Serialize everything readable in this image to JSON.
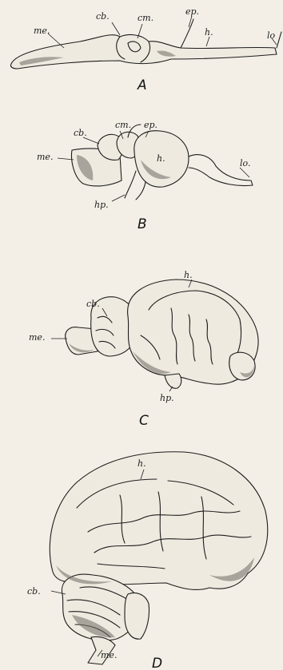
{
  "figures": [
    {
      "id": "A",
      "caption": "A",
      "labels": {
        "me": "me.",
        "cb": "cb.",
        "cm": "cm.",
        "ep": "ep.",
        "h": "h.",
        "lo": "lo"
      }
    },
    {
      "id": "B",
      "caption": "B",
      "labels": {
        "me": "me.",
        "cb": "cb.",
        "cm": "cm.",
        "ep": "ep.",
        "h": "h.",
        "lo": "lo.",
        "hp": "hp."
      }
    },
    {
      "id": "C",
      "caption": "C",
      "labels": {
        "me": "me.",
        "cb": "cb.",
        "h": "h.",
        "hp": "hp."
      }
    },
    {
      "id": "D",
      "caption": "D",
      "labels": {
        "me": "me.",
        "cb": "cb.",
        "h": "h."
      }
    }
  ],
  "colors": {
    "paper": "#f3efe6",
    "ink": "#1d1d1d"
  }
}
